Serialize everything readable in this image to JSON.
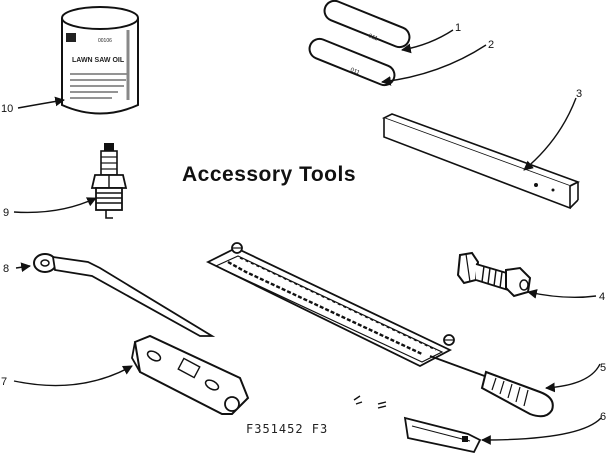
{
  "title": "Accessory Tools",
  "figure_ref": "F351452 F3",
  "oil_can": {
    "label": "LAWN SAW OIL",
    "code": "00106"
  },
  "stone_code": "011",
  "callouts": [
    "1",
    "2",
    "3",
    "4",
    "5",
    "6",
    "7",
    "8",
    "9",
    "10"
  ]
}
